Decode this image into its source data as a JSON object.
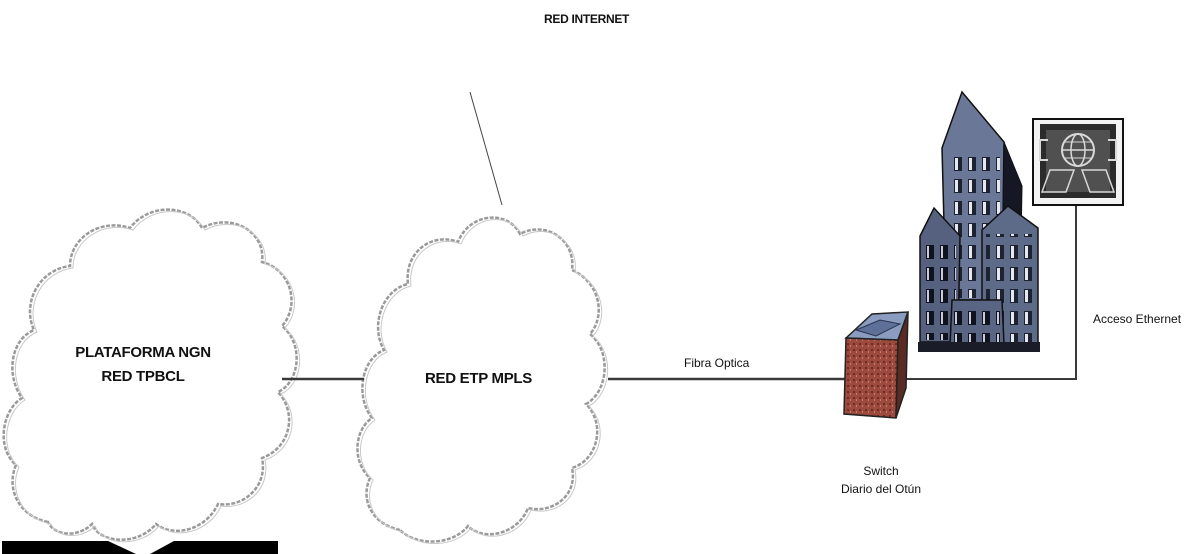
{
  "internet_label": "RED INTERNET",
  "ngn_cloud": {
    "line1": "PLATAFORMA NGN",
    "line2": "RED TPBCL"
  },
  "mpls_cloud": {
    "label": "RED ETP MPLS"
  },
  "fiber_label": "Fibra Optica",
  "switch": {
    "line1": "Switch",
    "line2": "Diario del Otún"
  },
  "ethernet_label": "Acceso Ethernet",
  "colors": {
    "cloud_stroke": "#9a9a9a",
    "link": "#3a3a3a",
    "building_front": "#5e6b88",
    "switch_top": "#8a9cc0",
    "switch_front": "#b04a3c",
    "monitor": "#2b2b2b"
  }
}
